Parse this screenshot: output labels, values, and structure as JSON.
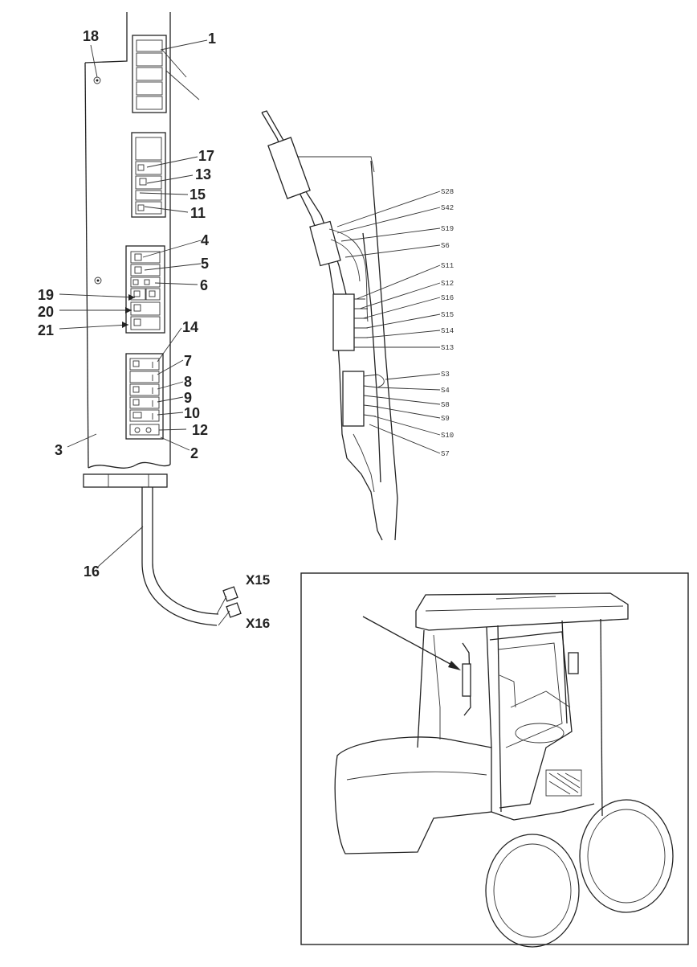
{
  "panel_callouts": [
    "18",
    "1",
    "17",
    "13",
    "15",
    "11",
    "4",
    "5",
    "6",
    "19",
    "20",
    "21",
    "14",
    "7",
    "8",
    "9",
    "10",
    "12",
    "3",
    "2",
    "16"
  ],
  "connectors": [
    "X15",
    "X16"
  ],
  "switch_labels": [
    "S28",
    "S42",
    "S19",
    "S6",
    "S11",
    "S12",
    "S16",
    "S15",
    "S14",
    "S13",
    "S3",
    "S4",
    "S8",
    "S9",
    "S10",
    "S7"
  ]
}
